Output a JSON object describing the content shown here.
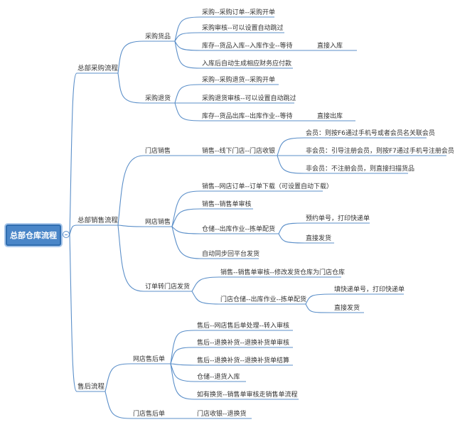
{
  "colors": {
    "line": "#5b8fc9",
    "root_fill": "#4a86c8",
    "root_border": "#2f6db0",
    "text": "#333333"
  },
  "root": {
    "label": "总部仓库流程"
  },
  "branches": {
    "purchase": {
      "label": "总部采购流程",
      "goods": {
        "label": "采购货品",
        "items": [
          "采购--采购订单--采购开单",
          "采购审核--可以设置自动跳过",
          "库存--货品入库--入库作业--等待",
          "入库后自动生成相应财务应付款"
        ],
        "sub": "直接入库"
      },
      "returns": {
        "label": "采购退货",
        "items": [
          "采购--采购退货--采购开单",
          "采购退货审核--可以设置自动跳过",
          "库存--货品出库--出库作业--等待"
        ],
        "sub": "直接出库"
      }
    },
    "sales": {
      "label": "总部销售流程",
      "store": {
        "label": "门店销售",
        "item": "销售--线下门店--门店收银",
        "subs": [
          "会员：则按F6通过手机号或者会员名关联会员",
          "非会员：引导注册会员，则按F7通过手机号注册会员",
          "非会员：不注册会员，则直接扫描货品"
        ]
      },
      "online": {
        "label": "网店销售",
        "items": [
          "销售--网店订单--订单下载（可设置自动下载）",
          "销售--销售单审核",
          "仓储--出库作业--拣单配货",
          "自动同步回平台发货"
        ],
        "subs": [
          "预约单号，打印快递单",
          "直接发货"
        ]
      },
      "transfer": {
        "label": "订单转门店发货",
        "items": [
          "销售--销售单审核--修改发货仓库为门店仓库",
          "门店仓储--出库作业--拣单配货"
        ],
        "subs": [
          "填快递单号，打印快递单",
          "直接发货"
        ]
      }
    },
    "aftersale": {
      "label": "售后流程",
      "online": {
        "label": "网店售后单",
        "items": [
          "售后--网店售后单处理--转入审核",
          "售后--退换补货--退换补货单审核",
          "售后--退换补货--退换补货单结算",
          "仓储--退货入库",
          "如有换货--销售单审核走销售单流程"
        ]
      },
      "store": {
        "label": "门店售后单",
        "item": "门店收银--退换货"
      }
    }
  }
}
